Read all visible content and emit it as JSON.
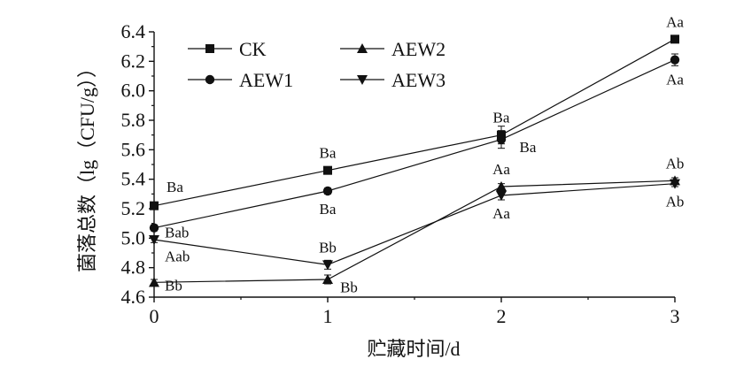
{
  "chart_data": {
    "type": "line",
    "xlabel": "贮藏时间/d",
    "ylabel": "菌落总数（lg（CFU/g））",
    "x": [
      0,
      1,
      2,
      3
    ],
    "xlim": [
      0,
      3
    ],
    "ylim": [
      4.6,
      6.4
    ],
    "yticks": [
      4.6,
      4.8,
      5.0,
      5.2,
      5.4,
      5.6,
      5.8,
      6.0,
      6.2,
      6.4
    ],
    "xticks": [
      0,
      1,
      2,
      3
    ],
    "grid": false,
    "legend_position": "top-left",
    "line_color": "#111111",
    "series": [
      {
        "name": "CK",
        "marker": "square",
        "values": [
          5.22,
          5.46,
          5.7,
          6.35
        ],
        "errors": [
          0.02,
          0.02,
          0.06,
          0.02
        ]
      },
      {
        "name": "AEW1",
        "marker": "circle",
        "values": [
          5.07,
          5.32,
          5.67,
          6.21
        ],
        "errors": [
          0.02,
          0.02,
          0.06,
          0.04
        ]
      },
      {
        "name": "AEW2",
        "marker": "triangle-up",
        "values": [
          4.7,
          4.72,
          5.35,
          5.39
        ],
        "errors": [
          0.02,
          0.03,
          0.02,
          0.02
        ]
      },
      {
        "name": "AEW3",
        "marker": "triangle-down",
        "values": [
          4.99,
          4.82,
          5.29,
          5.37
        ],
        "errors": [
          0.02,
          0.03,
          0.03,
          0.02
        ]
      }
    ],
    "annotations": [
      {
        "text": "Ba",
        "x": 0,
        "y": 5.35
      },
      {
        "text": "Bab",
        "x": 0,
        "y": 5.04
      },
      {
        "text": "Aab",
        "x": 0,
        "y": 4.88
      },
      {
        "text": "Bb",
        "x": 0,
        "y": 4.68
      },
      {
        "text": "Ba",
        "x": 1,
        "y": 5.58
      },
      {
        "text": "Ba",
        "x": 1,
        "y": 5.2
      },
      {
        "text": "Bb",
        "x": 1,
        "y": 4.94
      },
      {
        "text": "Bb",
        "x": 1,
        "y": 4.67
      },
      {
        "text": "Ba",
        "x": 2,
        "y": 5.82
      },
      {
        "text": "Ba",
        "x": 2,
        "y": 5.62
      },
      {
        "text": "Aa",
        "x": 2,
        "y": 5.47
      },
      {
        "text": "Aa",
        "x": 2,
        "y": 5.17
      },
      {
        "text": "Aa",
        "x": 3,
        "y": 6.47
      },
      {
        "text": "Aa",
        "x": 3,
        "y": 6.08
      },
      {
        "text": "Ab",
        "x": 3,
        "y": 5.51
      },
      {
        "text": "Ab",
        "x": 3,
        "y": 5.25
      }
    ]
  }
}
